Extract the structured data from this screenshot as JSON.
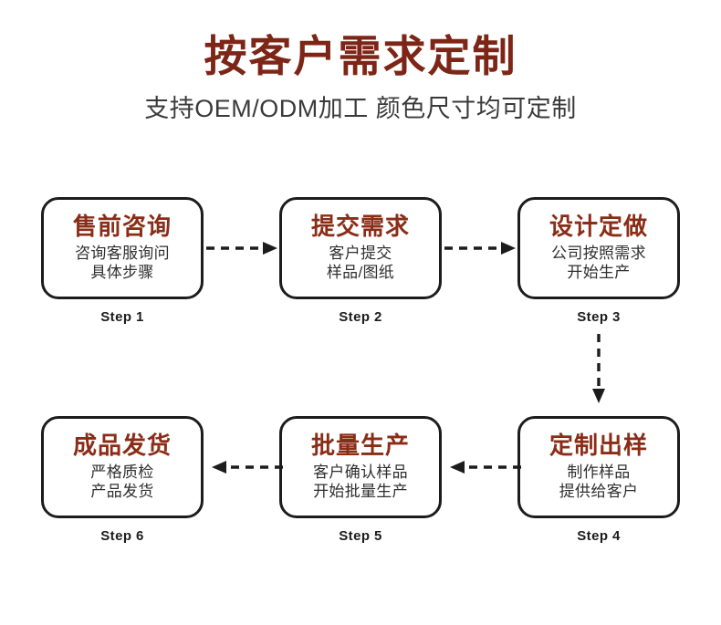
{
  "header": {
    "title": "按客户需求定制",
    "subtitle": "支持OEM/ODM加工 颜色尺寸均可定制"
  },
  "colors": {
    "title": "#7d2617",
    "heading": "#8a2d17",
    "body_text": "#2f2f2f",
    "box_border": "#1c1c1c",
    "highlight": "#ffc61a",
    "arrow": "#1c1c1c",
    "background": "#ffffff"
  },
  "flow": {
    "type": "process-flow",
    "direction": "left-to-right then down then right-to-left",
    "steps": [
      {
        "id": 1,
        "heading": "售前咨询",
        "desc_line1": "咨询客服询问",
        "desc_line2": "具体步骤",
        "label": "Step 1"
      },
      {
        "id": 2,
        "heading": "提交需求",
        "desc_line1": "客户提交",
        "desc_line2": "样品/图纸",
        "label": "Step 2"
      },
      {
        "id": 3,
        "heading": "设计定做",
        "desc_line1": "公司按照需求",
        "desc_line2": "开始生产",
        "label": "Step 3"
      },
      {
        "id": 4,
        "heading": "定制出样",
        "desc_line1": "制作样品",
        "desc_line2": "提供给客户",
        "label": "Step 4"
      },
      {
        "id": 5,
        "heading": "批量生产",
        "desc_line1": "客户确认样品",
        "desc_line2": "开始批量生产",
        "label": "Step 5"
      },
      {
        "id": 6,
        "heading": "成品发货",
        "desc_line1": "严格质检",
        "desc_line2": "产品发货",
        "label": "Step 6"
      }
    ],
    "connectors": [
      {
        "from": 1,
        "to": 2,
        "style": "dashed",
        "direction": "right"
      },
      {
        "from": 2,
        "to": 3,
        "style": "dashed",
        "direction": "right"
      },
      {
        "from": 3,
        "to": 4,
        "style": "dashed",
        "direction": "down"
      },
      {
        "from": 4,
        "to": 5,
        "style": "dashed",
        "direction": "left"
      },
      {
        "from": 5,
        "to": 6,
        "style": "dashed",
        "direction": "left"
      }
    ]
  }
}
